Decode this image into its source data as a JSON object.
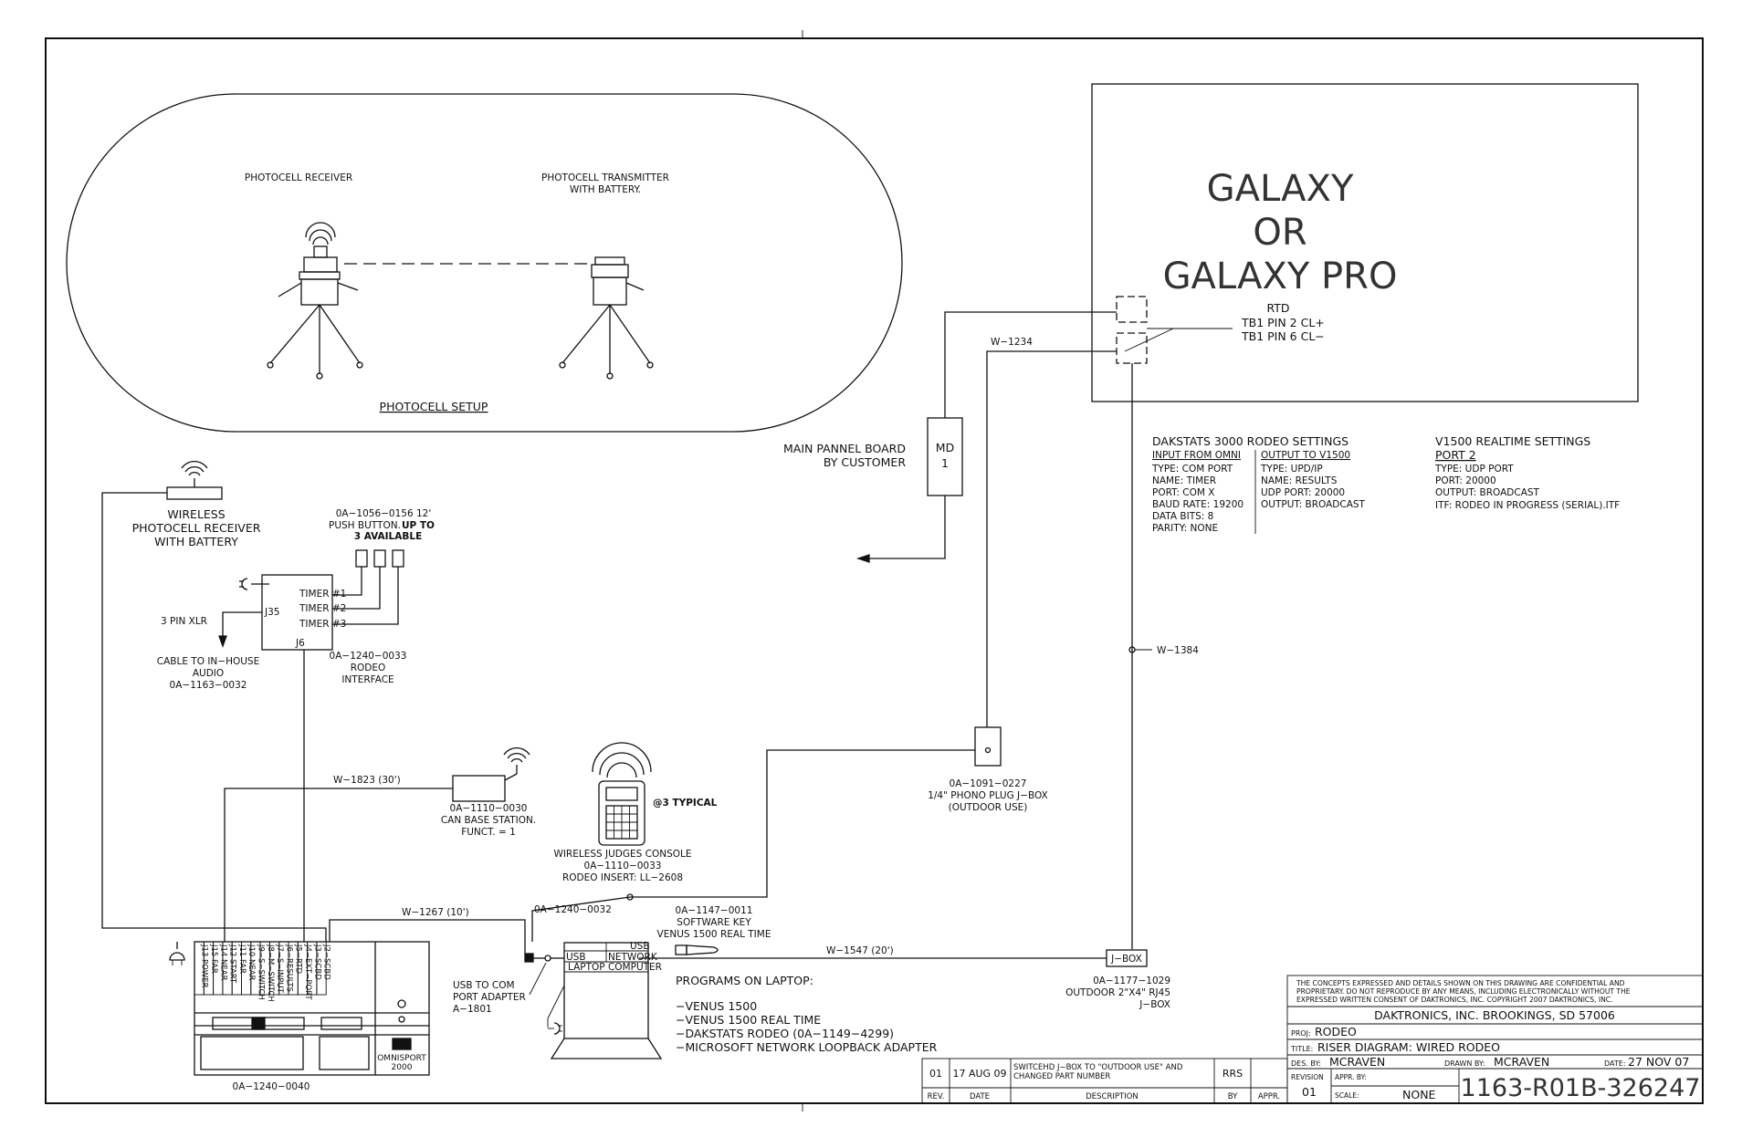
{
  "photocell": {
    "receiver": "PHOTOCELL RECEIVER",
    "transmitter_1": "PHOTOCELL TRANSMITTER",
    "transmitter_2": "WITH BATTERY.",
    "setup": "PHOTOCELL SETUP"
  },
  "display": {
    "line1": "GALAXY",
    "line2": "OR",
    "line3": "GALAXY PRO",
    "rtd": "RTD",
    "tb1": "TB1 PIN 2 CL+",
    "tb2": "TB1 PIN 6 CL−"
  },
  "wires": {
    "w1234": "W−1234",
    "w1384": "W−1384",
    "w1823": "W−1823 (30')",
    "w1267": "W−1267 (10')",
    "w1547": "W−1547 (20')"
  },
  "md": {
    "label1": "MAIN PANNEL BOARD",
    "label2": "BY CUSTOMER",
    "box1": "MD",
    "box2": "1"
  },
  "dakstats": {
    "title": "DAKSTATS 3000 RODEO SETTINGS",
    "left_head": "INPUT FROM OMNI",
    "left": [
      "TYPE: COM PORT",
      "NAME: TIMER",
      "PORT: COM X",
      "BAUD RATE: 19200",
      "DATA BITS: 8",
      "PARITY: NONE"
    ],
    "right_head": "OUTPUT TO V1500",
    "right": [
      "TYPE: UPD/IP",
      "NAME: RESULTS",
      "UDP PORT: 20000",
      "OUTPUT: BROADCAST"
    ]
  },
  "v1500": {
    "title": "V1500 REALTIME SETTINGS",
    "head": "PORT 2",
    "lines": [
      "TYPE: UDP PORT",
      "PORT: 20000",
      "OUTPUT: BROADCAST",
      "ITF: RODEO IN PROGRESS (SERIAL).ITF"
    ]
  },
  "wireless_rx": [
    "WIRELESS",
    "PHOTOCELL RECEIVER",
    "WITH BATTERY"
  ],
  "pushbutton": [
    "0A−1056−0156 12'",
    "PUSH BUTTON.",
    "UP TO",
    "3 AVAILABLE"
  ],
  "interface": {
    "timer1": "TIMER #1",
    "timer2": "TIMER #2",
    "timer3": "TIMER #3",
    "j35": "J35",
    "j6": "J6",
    "label": [
      "0A−1240−0033",
      "RODEO",
      "INTERFACE"
    ]
  },
  "xlr": {
    "pin": "3 PIN XLR",
    "label": [
      "CABLE TO IN−HOUSE",
      "AUDIO",
      "0A−1163−0032"
    ]
  },
  "base_station": [
    "0A−1110−0030",
    "CAN BASE STATION.",
    "FUNCT. = 1"
  ],
  "judges": {
    "typical": "@3 TYPICAL",
    "label": [
      "WIRELESS JUDGES CONSOLE",
      "0A−1110−0033",
      "RODEO INSERT: LL−2608"
    ]
  },
  "phono": [
    "0A−1091−0227",
    "1/4\" PHONO PLUG J−BOX",
    "(OUTDOOR USE)"
  ],
  "cable_0032": "0A−1240−0032",
  "software_key": [
    "0A−1147−0011",
    "SOFTWARE KEY",
    "VENUS 1500 REAL TIME"
  ],
  "usb_adapter": [
    "USB TO COM",
    "PORT ADAPTER",
    "A−1801"
  ],
  "laptop": {
    "usb": "USB",
    "network": "NETWORK",
    "usb2": "USB",
    "label": "LAPTOP COMPUTER"
  },
  "programs": {
    "title": "PROGRAMS ON LAPTOP:",
    "items": [
      "−VENUS 1500",
      "−VENUS 1500 REAL TIME",
      "−DAKSTATS RODEO (0A−1149−4299)",
      "−MICROSOFT NETWORK LOOPBACK ADAPTER"
    ]
  },
  "jbox": {
    "label": "J−BOX",
    "desc": [
      "0A−1177−1029",
      "OUTDOOR 2\"X4\" RJ45",
      "J−BOX"
    ]
  },
  "omnisport": {
    "jacks": [
      "J13 POWER",
      "J15 FAR",
      "J14 NEAR",
      "J12 START",
      "J11 FAR",
      "J10 NEAR",
      "J9−S−SWITCH",
      "J8−M−SWITCH",
      "J7−S−INPUT",
      "J6−RESULTS",
      "J5−RTD",
      "J4−EXT−PORT",
      "J3−SCBD",
      "J2−SCBD"
    ],
    "brand1": "OMNISPORT",
    "brand2": "2000",
    "part": "0A−1240−0040"
  },
  "revision_block": {
    "rev": "01",
    "date": "17 AUG 09",
    "desc1": "SWITCEHD J−BOX TO \"OUTDOOR USE\" AND",
    "desc2": "CHANGED PART NUMBER",
    "by": "RRS",
    "h_rev": "REV.",
    "h_date": "DATE",
    "h_desc": "DESCRIPTION",
    "h_by": "BY",
    "h_appr": "APPR."
  },
  "title_block": {
    "confidential": [
      "THE CONCEPTS EXPRESSED AND DETAILS SHOWN ON THIS DRAWING ARE CONFIDENTIAL AND",
      "PROPRIETARY. DO NOT REPRODUCE BY ANY MEANS, INCLUDING ELECTRONICALLY WITHOUT THE",
      "EXPRESSED WRITTEN CONSENT OF DAKTRONICS, INC.          COPYRIGHT 2007 DAKTRONICS, INC."
    ],
    "company": "DAKTRONICS, INC.   BROOKINGS, SD 57006",
    "proj_label": "PROJ:",
    "proj": "RODEO",
    "title_label": "TITLE:",
    "title": "RISER DIAGRAM: WIRED RODEO",
    "des_label": "DES. BY:",
    "des": "MCRAVEN",
    "drawn_label": "DRAWN BY:",
    "drawn": "MCRAVEN",
    "date_label": "DATE:",
    "date": "27 NOV 07",
    "revision_label": "REVISION",
    "revision": "01",
    "appr_label": "APPR. BY:",
    "scale_label": "SCALE:",
    "scale": "NONE",
    "part_number": "1163-R01B-326247"
  }
}
